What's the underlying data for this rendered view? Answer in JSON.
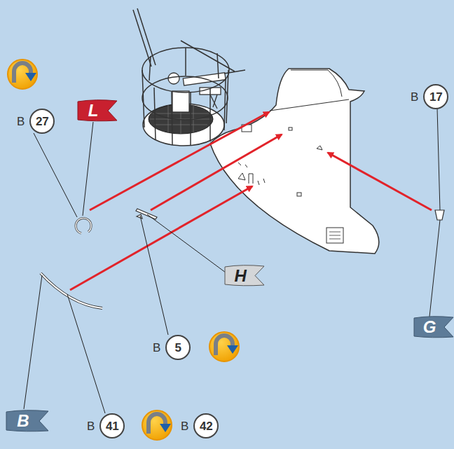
{
  "diagram": {
    "nodes": [
      {
        "text": [
          "B",
          "27"
        ]
      },
      {
        "text": [
          "L"
        ]
      },
      {
        "text": [
          "H"
        ]
      },
      {
        "text": [
          "B",
          "5"
        ]
      },
      {
        "text": [
          "B",
          "17"
        ]
      },
      {
        "text": [
          "G"
        ]
      },
      {
        "text": [
          "B"
        ]
      },
      {
        "text": [
          "B",
          "41"
        ]
      },
      {
        "text": [
          "B",
          "42"
        ]
      }
    ]
  }
}
